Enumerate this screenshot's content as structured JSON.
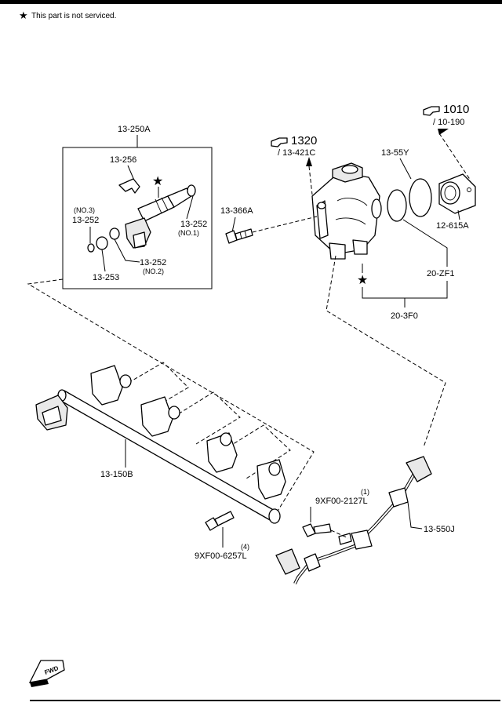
{
  "header": {
    "note_star": "★",
    "note_text": "This part is not serviced."
  },
  "refs": {
    "ref_1010_num": "1010",
    "ref_1010_sub": "/ 10-190",
    "ref_1320_num": "1320",
    "ref_1320_sub": "/ 13-421C"
  },
  "parts": {
    "p13_250A": "13-250A",
    "p13_256": "13-256",
    "p13_252_no3": "(NO.3)",
    "p13_252_a": "13-252",
    "p13_252_b": "13-252",
    "p13_252_no1": "(NO.1)",
    "p13_252_c": "13-252",
    "p13_252_no2": "(NO.2)",
    "p13_253": "13-253",
    "p13_366A": "13-366A",
    "p13_55Y": "13-55Y",
    "p12_615A": "12-615A",
    "p20_ZF1": "20-ZF1",
    "p20_3F0": "20-3F0",
    "p13_150B": "13-150B",
    "p9XF00_2127L": "9XF00-2127L",
    "qty_1": "(1)",
    "p9XF00_6257L": "9XF00-6257L",
    "qty_4": "(4)",
    "p13_550J": "13-550J"
  },
  "symbols": {
    "star": "★",
    "pointer_icon": "hand-pointer-icon",
    "fwd_icon": "fwd-arrow-icon",
    "fwd_text": "FWD"
  },
  "colors": {
    "ink": "#000000",
    "paper": "#ffffff"
  }
}
